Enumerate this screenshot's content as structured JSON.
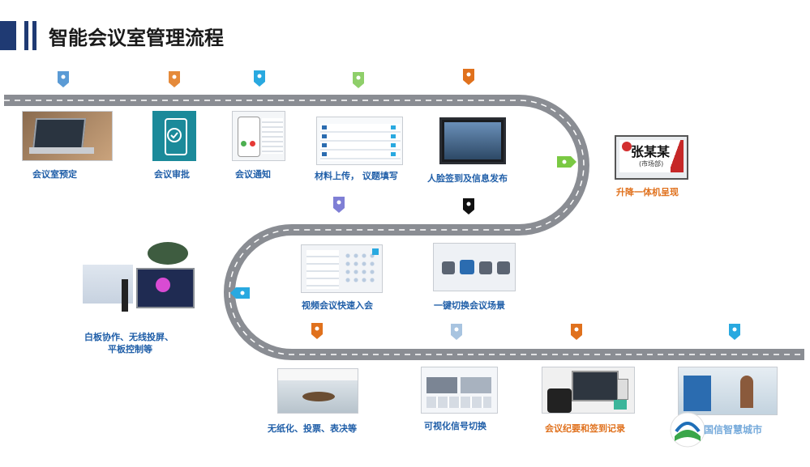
{
  "title": "智能会议室管理流程",
  "colors": {
    "road": "#8a8d93",
    "stripe": "#ffffff",
    "label_blue": "#1f5ea8",
    "label_orange": "#e0711d",
    "title_bar": "#1f3a73"
  },
  "steps": [
    {
      "id": "booking",
      "label": "会议室预定",
      "color": "#1f5ea8",
      "pin": "#5b9bd5",
      "icon": "laptop"
    },
    {
      "id": "approval",
      "label": "会议审批",
      "color": "#1f5ea8",
      "pin": "#e58a3a",
      "icon": "phone-check"
    },
    {
      "id": "notice",
      "label": "会议通知",
      "color": "#1f5ea8",
      "pin": "#29a9e0",
      "icon": "phone-call"
    },
    {
      "id": "upload",
      "label": "材料上传， 议题填写",
      "color": "#1f5ea8",
      "pin": "#8fcf6a",
      "icon": "app-list"
    },
    {
      "id": "face",
      "label": "人脸签到及信息发布",
      "color": "#1f5ea8",
      "pin": "#e0711d",
      "icon": "display-screen"
    },
    {
      "id": "lift",
      "label": "升降一体机呈现",
      "color": "#e0711d",
      "pin": "#7ac943",
      "icon": "name-plate"
    },
    {
      "id": "switch",
      "label": "一键切换会议场景",
      "color": "#1f5ea8",
      "pin": "#111111",
      "icon": "scene-panel"
    },
    {
      "id": "video",
      "label": "视频会议快速入会",
      "color": "#1f5ea8",
      "pin": "#7f7fd5",
      "icon": "video-panel"
    },
    {
      "id": "whiteboard",
      "label": "白板协作、无线投屏、",
      "label2": "平板控制等",
      "color": "#1f5ea8",
      "pin": "#29a9e0",
      "icon": "whiteboard"
    },
    {
      "id": "paperless",
      "label": "无纸化、投票、表决等",
      "color": "#1f5ea8",
      "pin": "#e0711d",
      "icon": "meeting-room"
    },
    {
      "id": "signal",
      "label": "可视化信号切换",
      "color": "#1f5ea8",
      "pin": "#a8c4e0",
      "icon": "signal-panel"
    },
    {
      "id": "minutes",
      "label": "会议纪要和签到记录",
      "color": "#e0711d",
      "pin": "#e0711d",
      "icon": "notes-laptop"
    },
    {
      "id": "hall",
      "label": "",
      "color": "#1f5ea8",
      "pin": "#29a9e0",
      "icon": "exhibition"
    }
  ],
  "name_plate": {
    "name": "张某某",
    "sub": "(市场部)"
  },
  "watermark": "国信智慧城市"
}
